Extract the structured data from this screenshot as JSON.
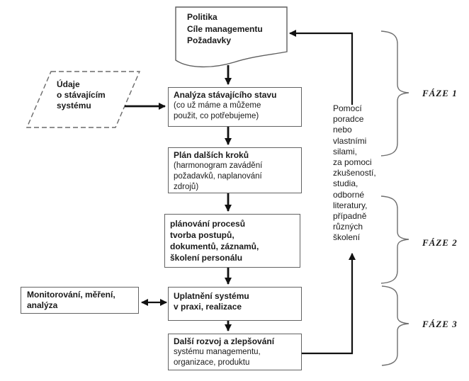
{
  "diagram": {
    "document": {
      "text": "Politika\nCíle managementu\nPožadavky"
    },
    "input_shape": {
      "text": "Údaje\no stávajícím\nsystému"
    },
    "boxes": {
      "analyza": {
        "title": "Analýza stávajícího stavu",
        "body": "(co už máme a můžeme\npoužit, co potřebujeme)"
      },
      "plan": {
        "title": "Plán dalších kroků",
        "body": "(harmonogram zavádění\npožadavků, naplanování\nzdrojů)"
      },
      "planovani": {
        "title": "plánování procesů\ntvorba postupů,\ndokumentů, záznamů,\nškolení personálu"
      },
      "uplatneni": {
        "title": "Uplatnění systému\nv praxi, realizace"
      },
      "monitorovani": {
        "title": "Monitorování, měření,\nanalýza"
      },
      "dalsi": {
        "title": "Další rozvoj a zlepšování",
        "body": "systému managementu,\norganizace, produktu"
      }
    },
    "side_note": "Pomocí\nporadce\nnebo\nvlastními\nsilami,\nza pomoci\nzkušeností,\nstudia,\nodborné\nliteratury,\npřípadně\nrůzných\nškolení",
    "phases": [
      {
        "label": "FÁZE 1"
      },
      {
        "label": "FÁZE 2"
      },
      {
        "label": "FÁZE 3"
      }
    ],
    "colors": {
      "arrow": "#111111",
      "box_border": "#636363",
      "shape_border": "#5e5e5e",
      "brace": "#6f6f6f",
      "text": "#1a1a1a",
      "background": "#ffffff"
    }
  }
}
